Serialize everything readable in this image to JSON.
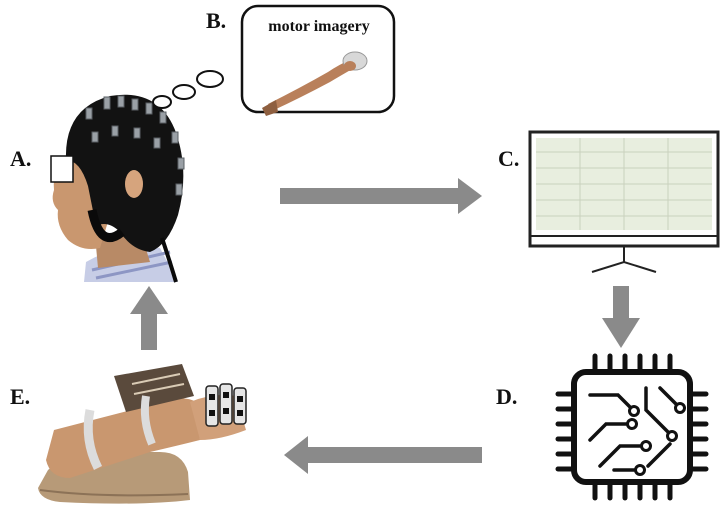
{
  "labels": {
    "a": "A.",
    "b": "B.",
    "c": "C.",
    "d": "D.",
    "e": "E."
  },
  "thought_bubble": {
    "title": "motor imagery"
  },
  "colors": {
    "arrow": "#8a8a8a",
    "cap": "#121212",
    "skin": "#c9976f",
    "chip": "#111111",
    "monitor_frame": "#222222",
    "orthosis_base": "#b79a78"
  },
  "icons": [
    "eeg-cap-subject-image",
    "thought-bubble",
    "reaching-arm-image",
    "computer-monitor-icon",
    "microchip-icon",
    "hand-orthosis-image"
  ]
}
